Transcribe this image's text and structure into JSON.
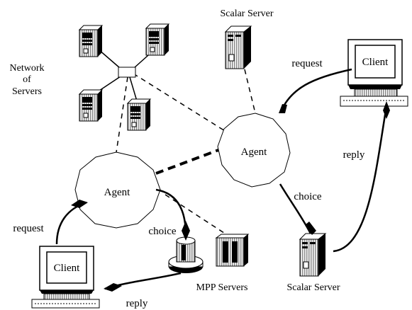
{
  "labels": {
    "network_of_servers": [
      "Network",
      "of",
      "Servers"
    ],
    "scalar_server_top": "Scalar Server",
    "scalar_server_bottom": "Scalar Server",
    "mpp_servers": "MPP Servers",
    "agent_right": "Agent",
    "agent_left": "Agent",
    "client_right": "Client",
    "client_left": "Client",
    "request_top": "request",
    "reply_right": "reply",
    "choice_right": "choice",
    "request_left": "request",
    "choice_left": "choice",
    "reply_bottom": "reply"
  },
  "colors": {
    "line": "#000000",
    "server_body": "#ffffff",
    "server_dark": "#000000",
    "hatch": "#9a9a9a",
    "background": "#ffffff"
  },
  "icons": {
    "server": "tower-server-icon",
    "client": "workstation-icon",
    "mpp": "mpp-cylinder-icon",
    "hub": "network-hub-icon"
  }
}
